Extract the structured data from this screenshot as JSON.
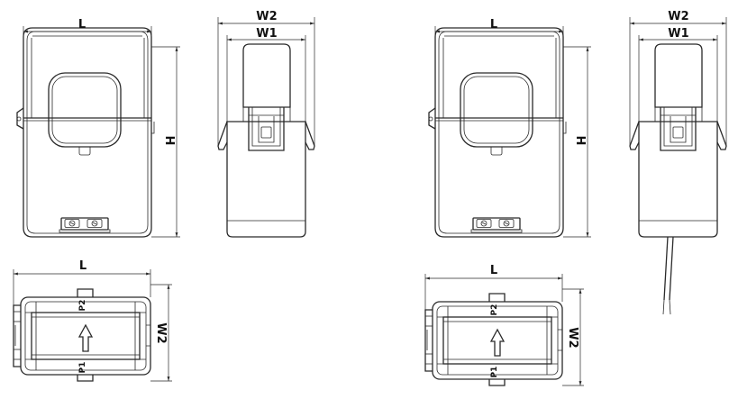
{
  "views": {
    "left": {
      "front": {
        "dim_width": "L",
        "dim_height": "H"
      },
      "side": {
        "dim_outer": "W2",
        "dim_inner": "W1"
      },
      "top": {
        "dim_width": "L",
        "dim_depth": "W2",
        "label_top": "P2",
        "label_bottom": "P1"
      }
    },
    "right": {
      "front": {
        "dim_width": "L",
        "dim_height": "H"
      },
      "side": {
        "dim_outer": "W2",
        "dim_inner": "W1"
      },
      "top": {
        "dim_width": "L",
        "dim_depth": "W2",
        "label_top": "P2",
        "label_bottom": "P1"
      }
    }
  },
  "colors": {
    "line": "#2a2a2a",
    "background": "#ffffff"
  }
}
